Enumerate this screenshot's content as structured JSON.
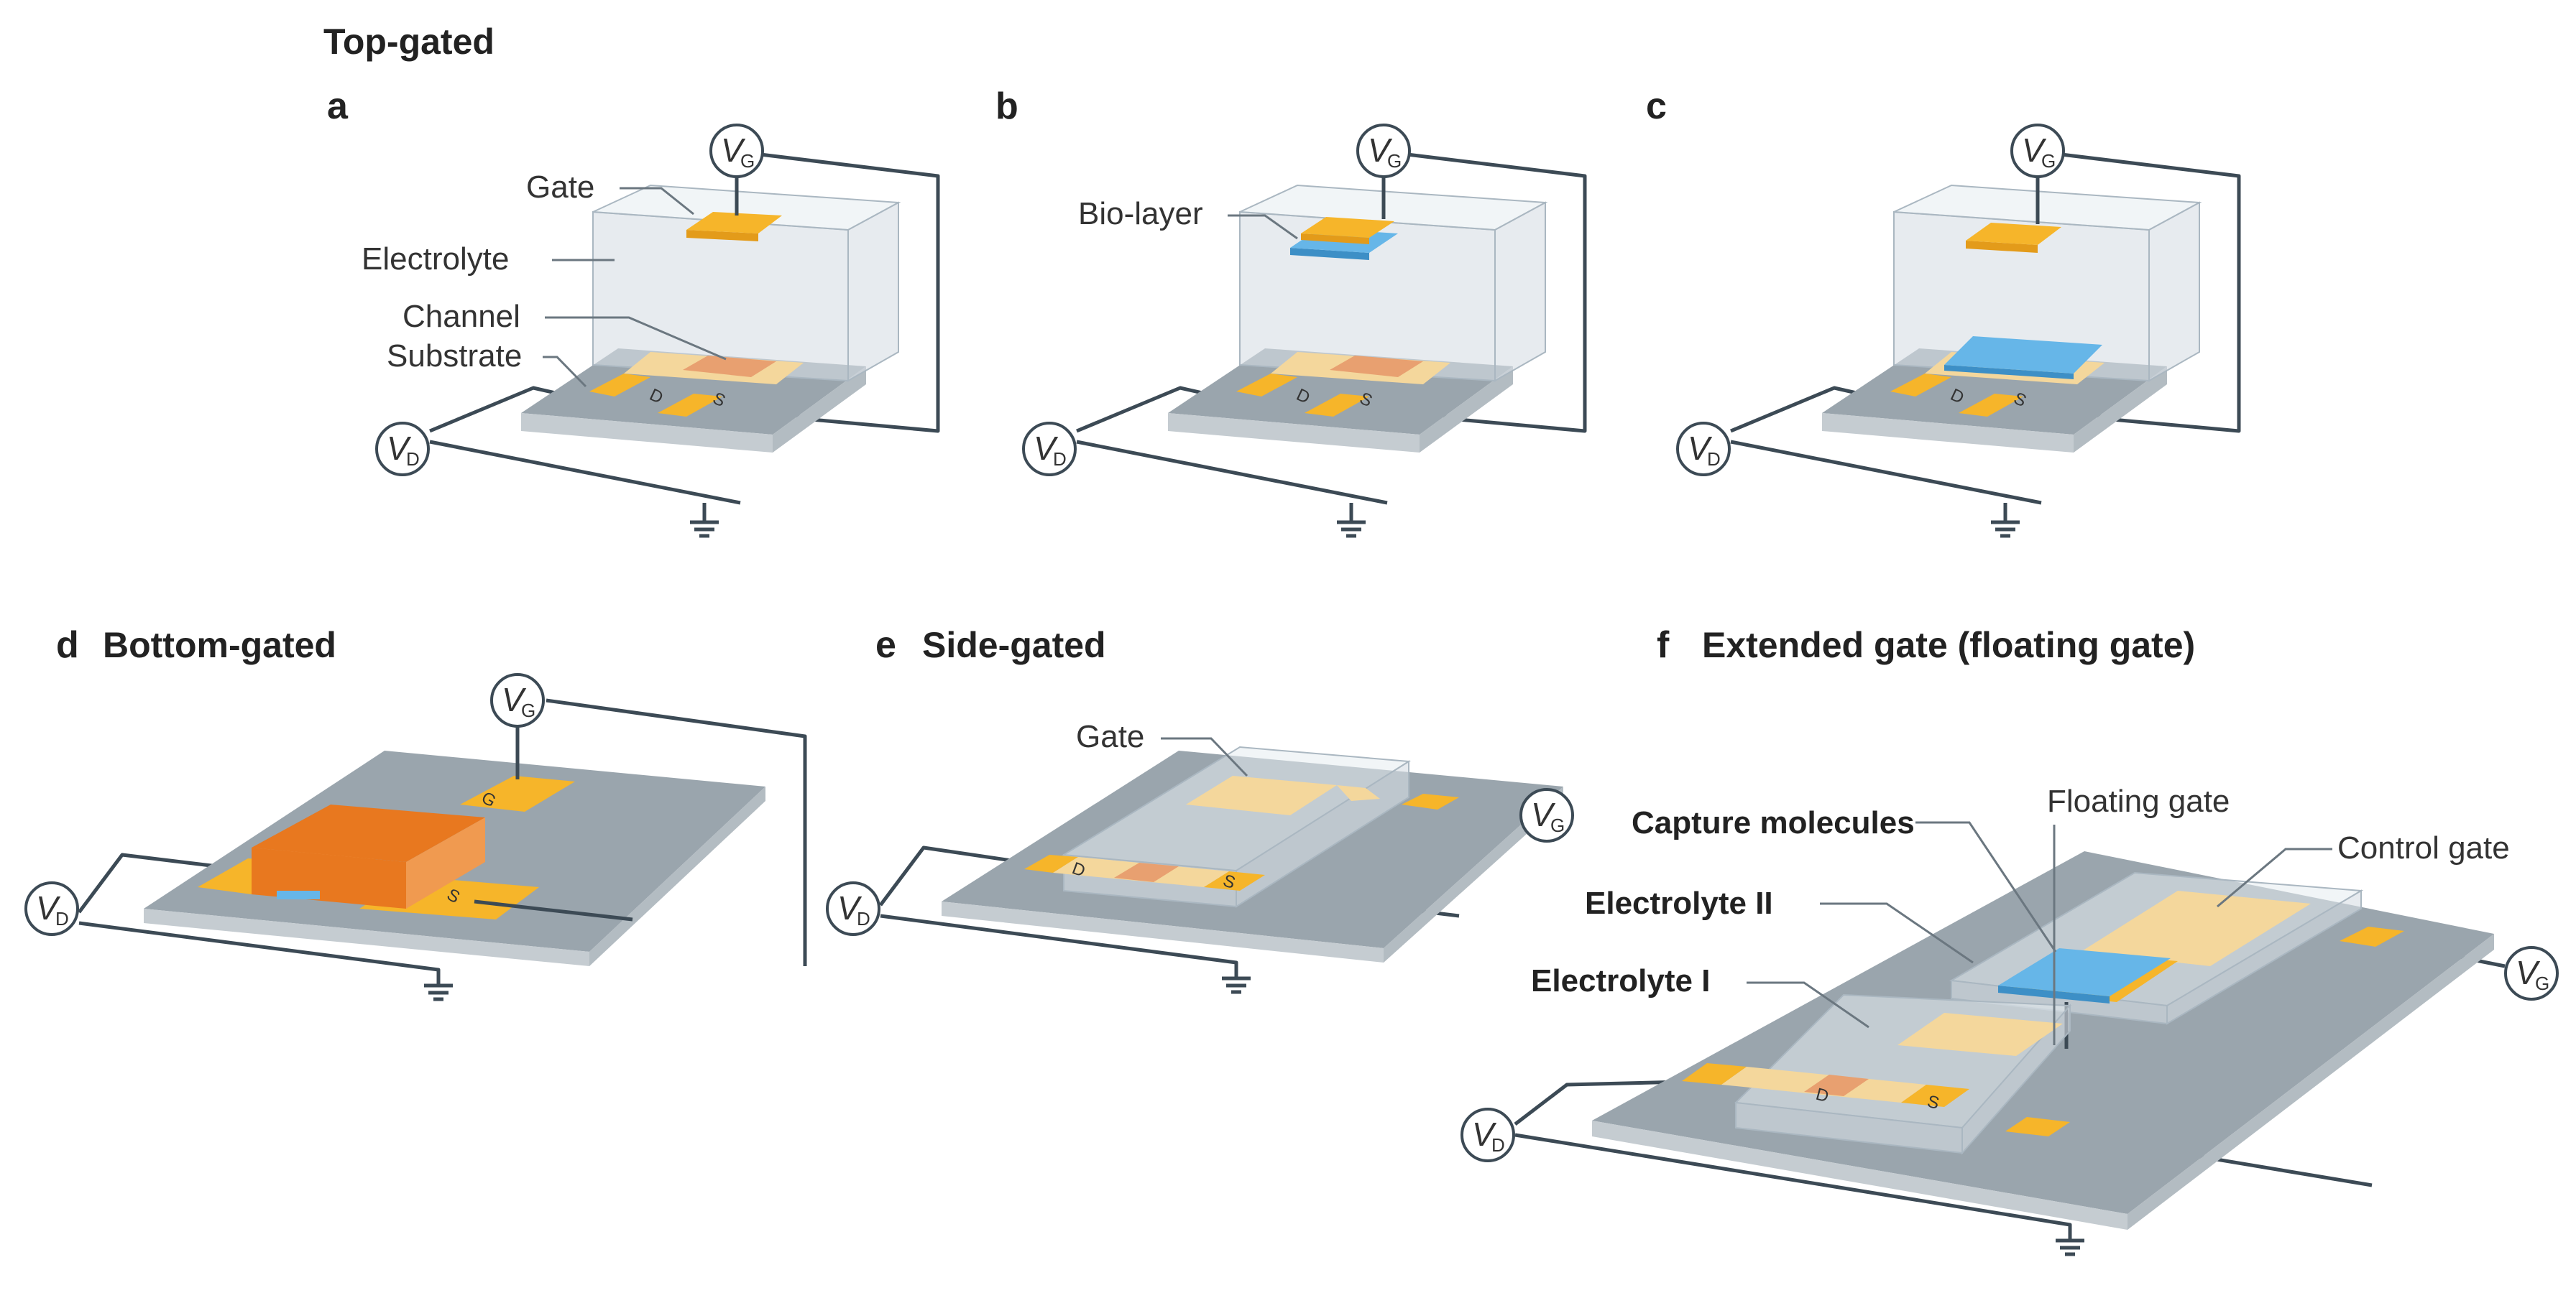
{
  "header": {
    "title": "Top-gated"
  },
  "panels": {
    "a": {
      "letter": "a",
      "labels": {
        "gate": "Gate",
        "electrolyte": "Electrolyte",
        "channel": "Channel",
        "substrate": "Substrate"
      }
    },
    "b": {
      "letter": "b",
      "labels": {
        "biolayer": "Bio-layer"
      }
    },
    "c": {
      "letter": "c"
    },
    "d": {
      "letter": "d",
      "title": "Bottom-gated"
    },
    "e": {
      "letter": "e",
      "title": "Side-gated",
      "labels": {
        "gate": "Gate"
      }
    },
    "f": {
      "letter": "f",
      "title": "Extended gate (floating gate)",
      "labels": {
        "capture": "Capture molecules",
        "floating": "Floating gate",
        "control": "Control gate",
        "electrolyte2": "Electrolyte II",
        "electrolyte1": "Electrolyte I"
      }
    }
  },
  "symbols": {
    "V": "V",
    "gate_sub": "G",
    "drain_sub": "D",
    "drain": "D",
    "source": "S",
    "gate_pad": "G"
  },
  "colors": {
    "gold": "#f6b52a",
    "channel": "#e8a070",
    "bio": "#66b6e8",
    "substrate": "#9aa5ad",
    "wire": "#3c4a55"
  }
}
